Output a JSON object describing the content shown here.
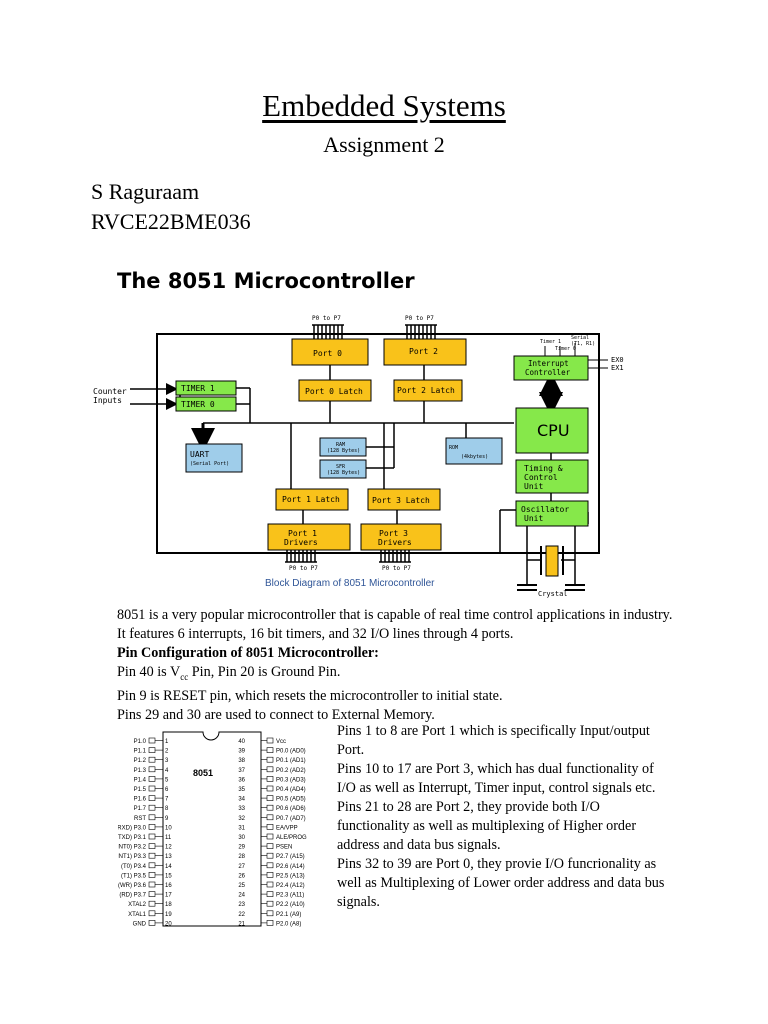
{
  "doc": {
    "title": "Embedded Systems",
    "subtitle": "Assignment 2",
    "author_name": "S Raguraam",
    "author_id": "RVCE22BME036",
    "section_heading": "The 8051 Microcontroller"
  },
  "block_diagram": {
    "caption": "Block Diagram of 8051 Microcontroller",
    "p0_top": "P0 to P7",
    "p2_top": "P0 to P7",
    "p1_bottom": "P0 to P7",
    "p3_bottom": "P0 to P7",
    "port0": "Port 0",
    "port2": "Port 2",
    "port0_latch": "Port 0 Latch",
    "port2_latch": "Port 2 Latch",
    "timer1": "TIMER 1",
    "timer0": "TIMER 0",
    "counter_inputs_1": "Counter",
    "counter_inputs_2": "Inputs",
    "uart_1": "UART",
    "uart_2": "(Serial Port)",
    "ram_1": "RAM",
    "ram_2": "(128 Bytes)",
    "sfr_1": "SFR",
    "sfr_2": "(128 Bytes)",
    "rom_1": "ROM",
    "rom_2": "(4kbytes)",
    "interrupt_1": "Interrupt",
    "interrupt_2": "Controller",
    "timer_label_1": "Timer 1",
    "timer_label_2": "Timer 0",
    "serial_label_1": "Serial",
    "serial_label_2": "(T1, R1)",
    "ex0": "EX0",
    "ex1": "EX1",
    "cpu": "CPU",
    "timing_1": "Timing &",
    "timing_2": "Control",
    "timing_3": "Unit",
    "osc_1": "Oscillator",
    "osc_2": "Unit",
    "port1_latch": "Port 1 Latch",
    "port3_latch": "Port 3 Latch",
    "port1_drv_1": "Port 1",
    "port1_drv_2": "Drivers",
    "port3_drv_1": "Port 3",
    "port3_drv_2": "Drivers",
    "crystal": "Crystal"
  },
  "text": {
    "para1": "8051 is a very popular microcontroller that is capable of real time control applications in industry. It features 6 interrupts, 16 bit timers, and 32 I/O lines through 4 ports.",
    "pin_heading": "Pin Configuration of 8051 Microcontroller:",
    "pin40_a": "Pin 40 is V",
    "pin40_sub": "cc",
    "pin40_b": " Pin, Pin 20 is Ground Pin.",
    "pin9": "Pin 9 is RESET pin, which resets the microcontroller to initial state.",
    "pin29": "Pins 29 and 30 are used to connect to External Memory.",
    "port1_desc": "Pins 1 to 8 are Port 1 which is specifically Input/output Port.",
    "port3_desc": "Pins 10 to 17 are Port 3, which has dual functionality of I/O as well as Interrupt, Timer input, control signals etc.",
    "port2_desc": "Pins 21 to 28 are Port 2, they provide both I/O functionality as well as multiplexing of Higher order address and data bus signals.",
    "port0_desc": "Pins 32 to 39 are Port 0, they provie I/O funcrionality as well as Multiplexing of Lower order address and data bus signals."
  },
  "pinout": {
    "chip_label": "8051",
    "left": [
      {
        "name": "P1.0",
        "num": "1"
      },
      {
        "name": "P1.1",
        "num": "2"
      },
      {
        "name": "P1.2",
        "num": "3"
      },
      {
        "name": "P1.3",
        "num": "4"
      },
      {
        "name": "P1.4",
        "num": "5"
      },
      {
        "name": "P1.5",
        "num": "6"
      },
      {
        "name": "P1.6",
        "num": "7"
      },
      {
        "name": "P1.7",
        "num": "8"
      },
      {
        "name": "RST",
        "num": "9"
      },
      {
        "name": "(RXD) P3.0",
        "num": "10"
      },
      {
        "name": "(TXD) P3.1",
        "num": "11"
      },
      {
        "name": "(INT0) P3.2",
        "num": "12"
      },
      {
        "name": "(INT1) P3.3",
        "num": "13"
      },
      {
        "name": "(T0) P3.4",
        "num": "14"
      },
      {
        "name": "(T1) P3.5",
        "num": "15"
      },
      {
        "name": "(WR) P3.6",
        "num": "16"
      },
      {
        "name": "(RD) P3.7",
        "num": "17"
      },
      {
        "name": "XTAL2",
        "num": "18"
      },
      {
        "name": "XTAL1",
        "num": "19"
      },
      {
        "name": "GND",
        "num": "20"
      }
    ],
    "right": [
      {
        "name": "Vcc",
        "num": "40"
      },
      {
        "name": "P0.0 (AD0)",
        "num": "39"
      },
      {
        "name": "P0.1 (AD1)",
        "num": "38"
      },
      {
        "name": "P0.2 (AD2)",
        "num": "37"
      },
      {
        "name": "P0.3 (AD3)",
        "num": "36"
      },
      {
        "name": "P0.4 (AD4)",
        "num": "35"
      },
      {
        "name": "P0.5 (AD5)",
        "num": "34"
      },
      {
        "name": "P0.6 (AD6)",
        "num": "33"
      },
      {
        "name": "P0.7 (AD7)",
        "num": "32"
      },
      {
        "name": "EA/VPP",
        "num": "31"
      },
      {
        "name": "ALE/PROG",
        "num": "30"
      },
      {
        "name": "PSEN",
        "num": "29"
      },
      {
        "name": "P2.7 (A15)",
        "num": "28"
      },
      {
        "name": "P2.6 (A14)",
        "num": "27"
      },
      {
        "name": "P2.5 (A13)",
        "num": "26"
      },
      {
        "name": "P2.4 (A12)",
        "num": "25"
      },
      {
        "name": "P2.3 (A11)",
        "num": "24"
      },
      {
        "name": "P2.2 (A10)",
        "num": "23"
      },
      {
        "name": "P2.1 (A9)",
        "num": "22"
      },
      {
        "name": "P2.0 (A8)",
        "num": "21"
      }
    ]
  },
  "colors": {
    "block": "#f9c21a",
    "green": "#86e84a",
    "blue": "#9fcdea",
    "caption": "#2f5597"
  }
}
